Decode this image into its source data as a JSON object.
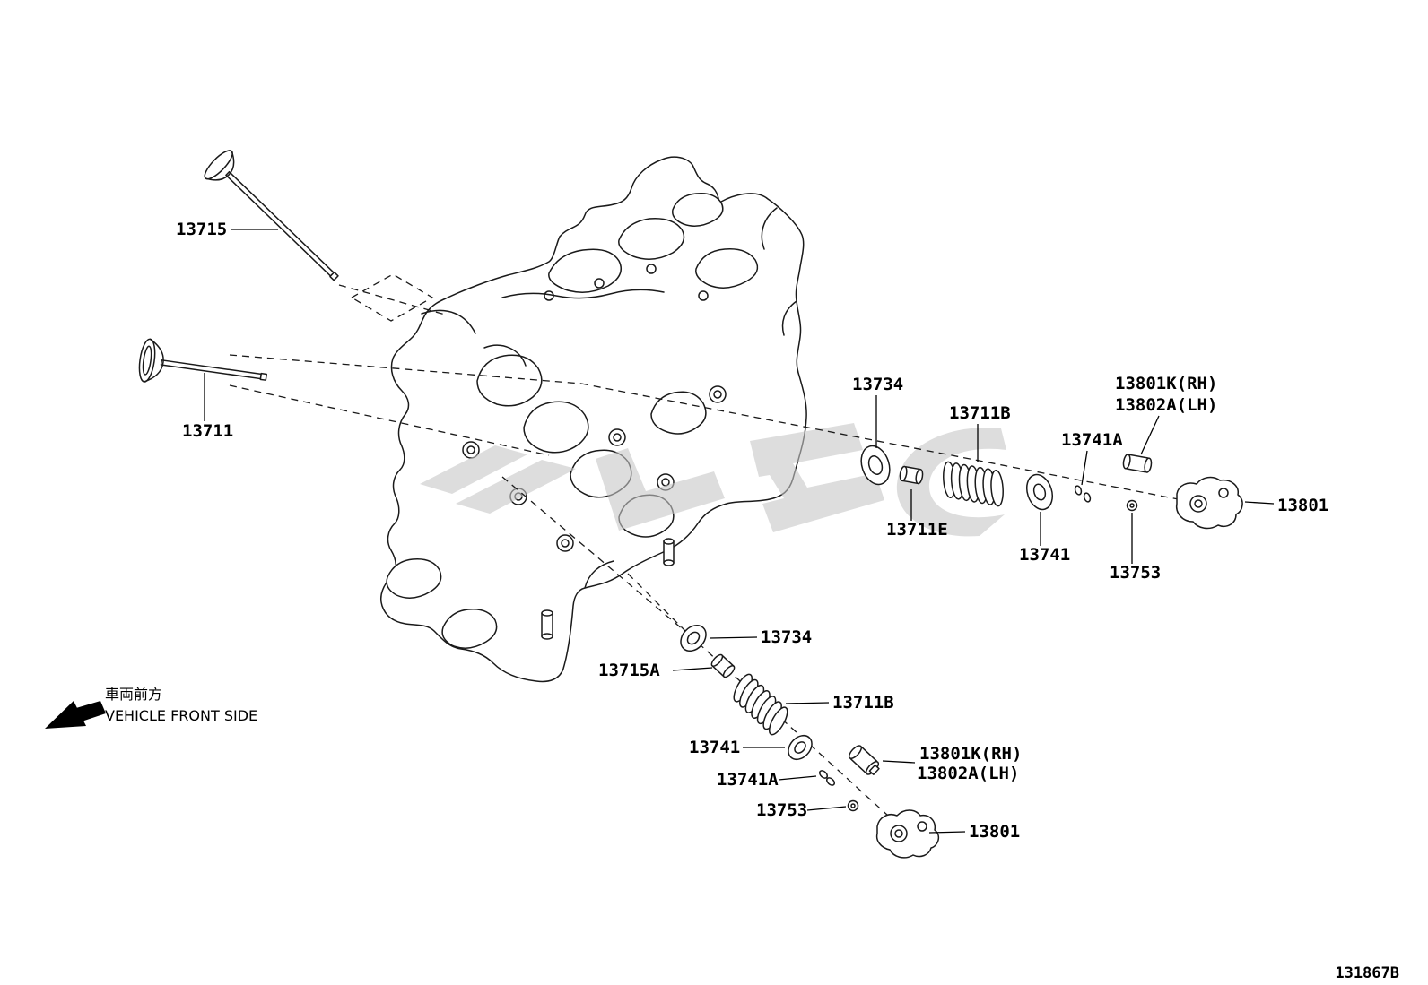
{
  "diagram": {
    "code": "131867B",
    "front_side": {
      "jp": "車両前方",
      "en": "VEHICLE FRONT SIDE"
    },
    "callouts": {
      "c13715": "13715",
      "c13711": "13711",
      "u13734": "13734",
      "u13711B": "13711B",
      "u13801K": "13801K(RH)",
      "u13802A": "13802A(LH)",
      "u13741A": "13741A",
      "u13711E": "13711E",
      "u13741": "13741",
      "u13753": "13753",
      "u13801": "13801",
      "b13734": "13734",
      "b13715A": "13715A",
      "b13711B": "13711B",
      "b13741": "13741",
      "b13801K": "13801K(RH)",
      "b13802A": "13802A(LH)",
      "b13741A": "13741A",
      "b13753": "13753",
      "b13801": "13801"
    }
  }
}
